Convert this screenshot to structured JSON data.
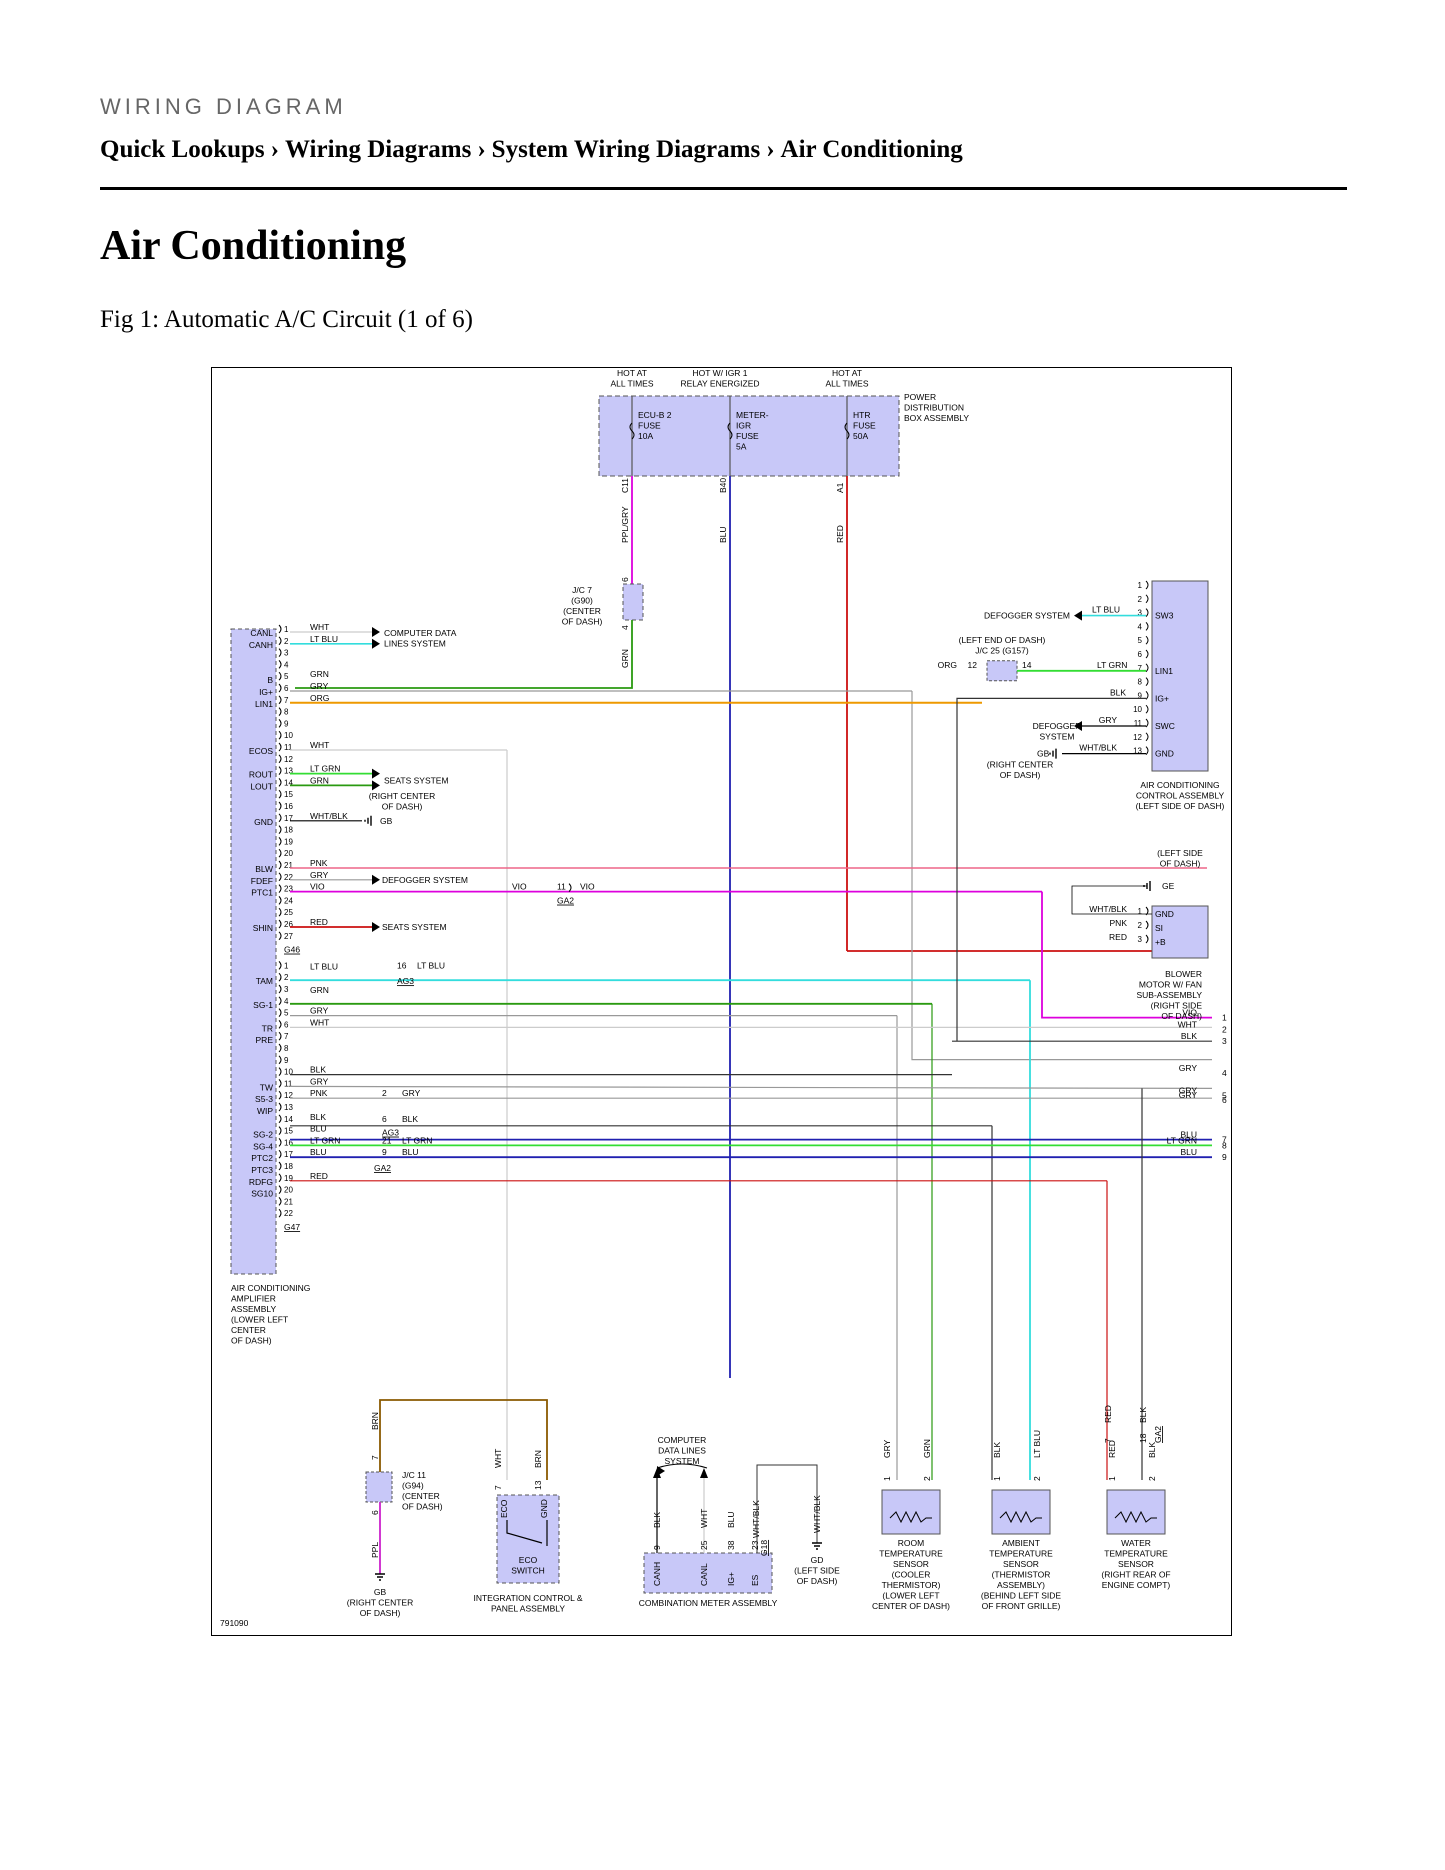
{
  "header": {
    "kicker": "WIRING DIAGRAM",
    "breadcrumb": [
      "Quick Lookups",
      "Wiring Diagrams",
      "System Wiring Diagrams",
      "Air Conditioning"
    ],
    "separator": "›"
  },
  "page_title": "Air Conditioning",
  "figure_caption": "Fig 1: Automatic A/C Circuit (1 of 6)",
  "diagram": {
    "figure_number": "791090",
    "power_box": {
      "label": [
        "POWER",
        "DISTRIBUTION",
        "BOX ASSEMBLY"
      ],
      "sources": [
        {
          "hot": [
            "HOT AT",
            "ALL TIMES"
          ],
          "fuse": [
            "ECU-B 2",
            "FUSE",
            "10A"
          ],
          "pin": "C11",
          "wire": "PPL/GRY"
        },
        {
          "hot": [
            "HOT W/ IGR 1",
            "RELAY ENERGIZED"
          ],
          "fuse": [
            "METER-",
            "IGR",
            "FUSE",
            "5A"
          ],
          "pin": "B40",
          "wire": "BLU"
        },
        {
          "hot": [
            "HOT AT",
            "ALL TIMES"
          ],
          "fuse": [
            "HTR",
            "FUSE",
            "50A"
          ],
          "pin": "A1",
          "wire": "RED"
        }
      ]
    },
    "jc7": {
      "label": [
        "J/C 7",
        "(G90)",
        "(CENTER",
        "OF DASH)"
      ],
      "pin_top": "6",
      "pin_bottom": "4",
      "wire_out": "GRN"
    },
    "amplifier": {
      "label": [
        "AIR CONDITIONING",
        "AMPLIFIER",
        "ASSEMBLY",
        "(LOWER LEFT",
        "CENTER",
        "OF DASH)"
      ],
      "connector_g46": "G46",
      "connector_g47": "G47",
      "terminals_g46": [
        "CANL",
        "CANH",
        "",
        "",
        "B",
        "IG+",
        "LIN1",
        "",
        "",
        "",
        "ECOS",
        "",
        "ROUT",
        "LOUT",
        "",
        "",
        "GND",
        "",
        "",
        "",
        "BLW",
        "FDEF",
        "PTC1",
        "",
        "",
        "SHIN",
        ""
      ],
      "wires_g46": [
        {
          "pin": "1",
          "color": "WHT"
        },
        {
          "pin": "2",
          "color": "LT BLU"
        },
        {
          "pin": "5",
          "color": "GRN"
        },
        {
          "pin": "6",
          "color": "GRY"
        },
        {
          "pin": "7",
          "color": "ORG"
        },
        {
          "pin": "11",
          "color": "WHT"
        },
        {
          "pin": "13",
          "color": "LT GRN"
        },
        {
          "pin": "14",
          "color": "GRN"
        },
        {
          "pin": "17",
          "color": "WHT/BLK"
        },
        {
          "pin": "21",
          "color": "PNK"
        },
        {
          "pin": "22",
          "color": "GRY"
        },
        {
          "pin": "23",
          "color": "VIO"
        },
        {
          "pin": "26",
          "color": "RED"
        }
      ],
      "terminals_g47": [
        "",
        "TAM",
        "",
        "SG-1",
        "",
        "TR",
        "PRE",
        "",
        "",
        "",
        "TW",
        "S5-3",
        "WIP",
        "",
        "SG-2",
        "SG-4",
        "PTC2",
        "PTC3",
        "RDFG",
        "SG10",
        "",
        ""
      ],
      "wires_g47": [
        {
          "pin": "1",
          "color": "LT BLU"
        },
        {
          "pin": "3",
          "color": "GRN"
        },
        {
          "pin": "5",
          "color": "GRY"
        },
        {
          "pin": "6",
          "color": "WHT"
        },
        {
          "pin": "10",
          "color": "BLK"
        },
        {
          "pin": "11",
          "color": "GRY"
        },
        {
          "pin": "12",
          "color": "PNK"
        },
        {
          "pin": "14",
          "color": "BLK"
        },
        {
          "pin": "15",
          "color": "BLU"
        },
        {
          "pin": "16",
          "color": "LT GRN"
        },
        {
          "pin": "17",
          "color": "BLU"
        },
        {
          "pin": "19",
          "color": "RED"
        }
      ]
    },
    "callouts": {
      "computer_data": [
        "COMPUTER DATA",
        "LINES SYSTEM"
      ],
      "seats": "SEATS SYSTEM",
      "seats2": "SEATS SYSTEM",
      "defogger": "DEFOGGER SYSTEM",
      "gb_right_center": [
        "(RIGHT CENTER",
        "OF DASH)",
        "GB"
      ]
    },
    "inline_connectors": {
      "ga2_vio": {
        "pin": "11",
        "conn": "GA2",
        "wire": "VIO"
      },
      "ag3_ltblu": {
        "pin": "16",
        "conn": "AG3",
        "wire": "LT BLU"
      },
      "gry2": {
        "pin": "2",
        "wire": "GRY"
      },
      "blk6": {
        "pin": "6",
        "conn": "AG3",
        "wire": "BLK"
      },
      "ltgrn21": {
        "pin": "21",
        "wire": "LT GRN"
      },
      "blu9": {
        "pin": "9",
        "conn": "GA2",
        "wire": "BLU"
      }
    },
    "control_assembly": {
      "label": [
        "AIR CONDITIONING",
        "CONTROL ASSEMBLY",
        "(LEFT SIDE OF DASH)"
      ],
      "terminals": [
        "",
        "",
        "SW3",
        "",
        "",
        "",
        "LIN1",
        "",
        "IG+",
        "",
        "SWC",
        "",
        "GND"
      ],
      "defogger": "DEFOGGER SYSTEM",
      "defogger2": [
        "DEFOGGER",
        "SYSTEM"
      ],
      "wires": [
        {
          "pin": "3",
          "color": "LT BLU"
        },
        {
          "pin": "7",
          "color": "LT GRN"
        },
        {
          "pin": "9",
          "color": "BLK"
        },
        {
          "pin": "11",
          "color": "GRY"
        },
        {
          "pin": "13",
          "color": "WHT/BLK"
        }
      ],
      "jc25": {
        "label": [
          "(LEFT END OF DASH)",
          "J/C 25 (G157)"
        ],
        "pin_in": "12",
        "pin_out": "14",
        "wire_in": "ORG"
      },
      "gb": [
        "GB",
        "(RIGHT CENTER",
        "OF DASH)"
      ]
    },
    "blower": {
      "label": [
        "BLOWER",
        "MOTOR W/ FAN",
        "SUB-ASSEMBLY",
        "(RIGHT SIDE",
        "OF DASH)"
      ],
      "ground": [
        "(LEFT SIDE",
        "OF DASH)",
        "GE"
      ],
      "terminals": [
        "GND",
        "SI",
        "+B"
      ],
      "wires": [
        {
          "pin": "1",
          "color": "WHT/BLK"
        },
        {
          "pin": "2",
          "color": "PNK"
        },
        {
          "pin": "3",
          "color": "RED"
        }
      ]
    },
    "right_outputs": [
      {
        "n": "1",
        "color": "VIO"
      },
      {
        "n": "2",
        "color": "WHT"
      },
      {
        "n": "3",
        "color": "BLK"
      },
      {
        "n": "4",
        "color": "GRY"
      },
      {
        "n": "5",
        "color": "GRY"
      },
      {
        "n": "6",
        "color": "GRY"
      },
      {
        "n": "7",
        "color": "BLU"
      },
      {
        "n": "8",
        "color": "LT GRN"
      },
      {
        "n": "9",
        "color": "BLU"
      }
    ],
    "jc11": {
      "label": [
        "J/C 11",
        "(G94)",
        "(CENTER",
        "OF DASH)"
      ],
      "pin_top": "7",
      "pin_bottom": "6",
      "wire_top": "BRN",
      "wire_bottom": "PPL",
      "ground": [
        "GB",
        "(RIGHT CENTER",
        "OF DASH)"
      ]
    },
    "eco": {
      "label": [
        "INTEGRATION CONTROL &",
        "PANEL ASSEMBLY"
      ],
      "switch": [
        "ECO",
        "SWITCH"
      ],
      "pins": [
        "7",
        "13"
      ],
      "wires": [
        "WHT",
        "BRN"
      ],
      "terms": [
        "ECO",
        "GND"
      ]
    },
    "meter": {
      "label": "COMBINATION METER ASSEMBLY",
      "data": [
        "COMPUTER",
        "DATA LINES",
        "SYSTEM"
      ],
      "pins": [
        "9",
        "25",
        "38",
        "23"
      ],
      "wires": [
        "BLK",
        "WHT",
        "BLU",
        "WHT/BLK",
        "WHT/BLK"
      ],
      "terms": [
        "CANH",
        "CANL",
        "IG+",
        "ES"
      ],
      "connector": "G18",
      "ground": [
        "GD",
        "(LEFT SIDE",
        "OF DASH)"
      ]
    },
    "sensors": [
      {
        "label": [
          "ROOM",
          "TEMPERATURE",
          "SENSOR",
          "(COOLER",
          "THERMISTOR)",
          "(LOWER LEFT",
          "CENTER OF DASH)"
        ],
        "pins": [
          "1",
          "2"
        ],
        "wires": [
          "GRY",
          "GRN"
        ]
      },
      {
        "label": [
          "AMBIENT",
          "TEMPERATURE",
          "SENSOR",
          "(THERMISTOR",
          "ASSEMBLY)",
          "(BEHIND LEFT SIDE",
          "OF FRONT GRILLE)"
        ],
        "pins": [
          "1",
          "2"
        ],
        "wires": [
          "BLK",
          "LT BLU"
        ]
      },
      {
        "label": [
          "WATER",
          "TEMPERATURE",
          "SENSOR",
          "(RIGHT REAR OF",
          "ENGINE COMPT)"
        ],
        "pins": [
          "1",
          "2"
        ],
        "wires": [
          "RED",
          "BLK"
        ]
      }
    ],
    "water_conn": {
      "pins": [
        "7",
        "18"
      ],
      "conn": "GA2",
      "wires": [
        "RED",
        "BLK"
      ]
    }
  },
  "colors": {
    "module_fill": "#c8c8f8",
    "grn": "#2a9a10",
    "ltgrn": "#33dd33",
    "ltblu": "#33dddd",
    "blu": "#2020b0",
    "red": "#cc1111",
    "org": "#ee9900",
    "vio": "#dd00dd",
    "pnk": "#ee6688",
    "gry": "#999999",
    "wht": "#cccccc",
    "blk": "#333333",
    "brn": "#8a5a00",
    "ppl": "#cc22cc"
  }
}
